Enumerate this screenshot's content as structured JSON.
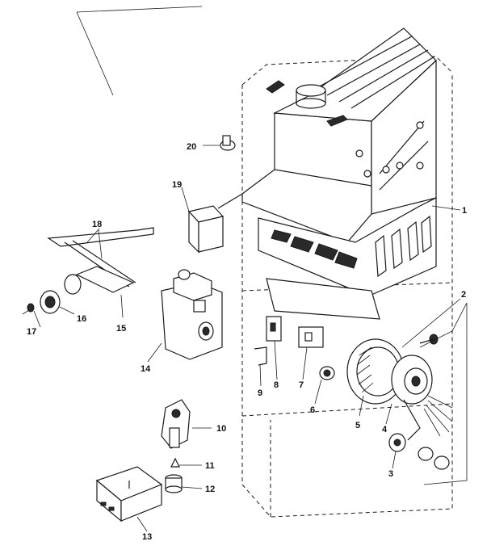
{
  "diagram": {
    "labels": {
      "n1": "1",
      "n2": "2",
      "n3": "3",
      "n4": "4",
      "n5": "5",
      "n6": "6",
      "n7": "7",
      "n8": "8",
      "n9": "9",
      "n10": "10",
      "n11": "11",
      "n12": "12",
      "n13": "13",
      "n14": "14",
      "n15": "15",
      "n16": "16",
      "n17": "17",
      "n18": "18",
      "n19": "19",
      "n20": "20"
    }
  }
}
